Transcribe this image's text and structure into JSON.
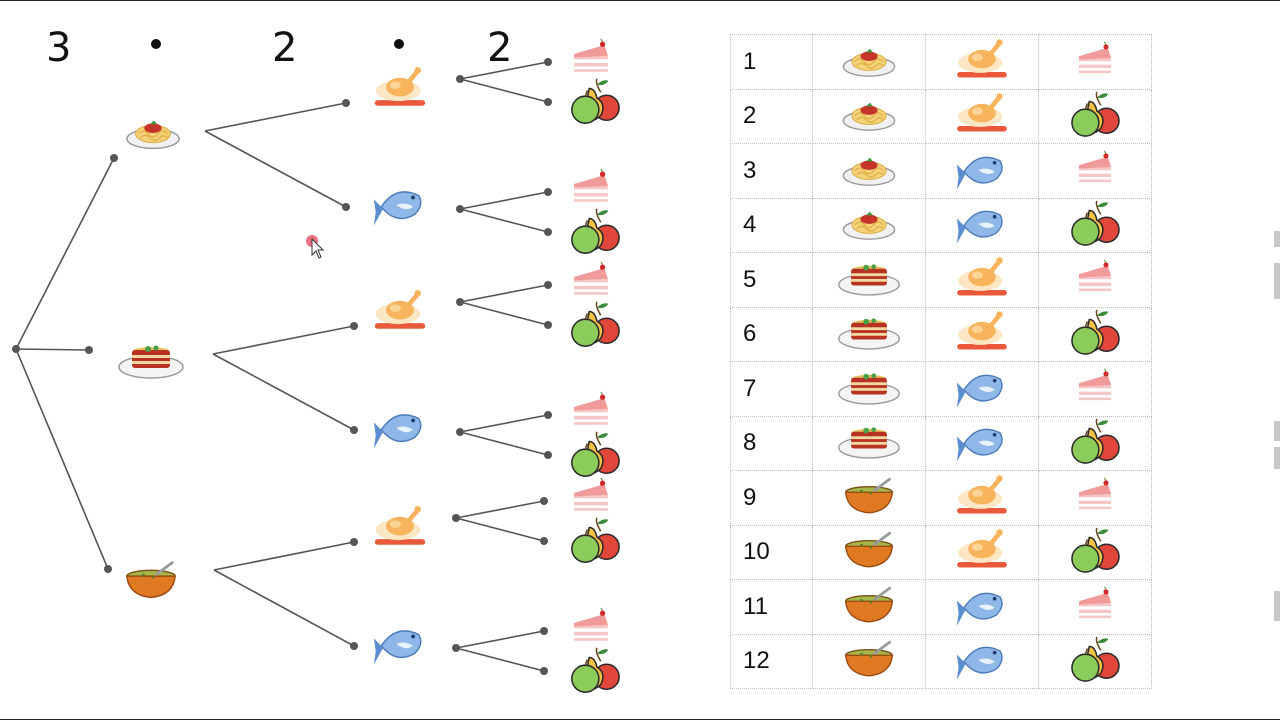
{
  "header": {
    "n1": "3",
    "n2": "2",
    "n3": "2"
  },
  "tree": {
    "level1": [
      "spaghetti-icon",
      "lasagna-icon",
      "soup-icon"
    ],
    "level2": [
      "chicken-icon",
      "fish-icon"
    ],
    "level3": [
      "cake-icon",
      "fruit-icon"
    ]
  },
  "table": {
    "rows": [
      {
        "n": "1",
        "main": "spaghetti-icon",
        "second": "chicken-icon",
        "dessert": "cake-icon"
      },
      {
        "n": "2",
        "main": "spaghetti-icon",
        "second": "chicken-icon",
        "dessert": "fruit-icon"
      },
      {
        "n": "3",
        "main": "spaghetti-icon",
        "second": "fish-icon",
        "dessert": "cake-icon"
      },
      {
        "n": "4",
        "main": "spaghetti-icon",
        "second": "fish-icon",
        "dessert": "fruit-icon"
      },
      {
        "n": "5",
        "main": "lasagna-icon",
        "second": "chicken-icon",
        "dessert": "cake-icon"
      },
      {
        "n": "6",
        "main": "lasagna-icon",
        "second": "chicken-icon",
        "dessert": "fruit-icon"
      },
      {
        "n": "7",
        "main": "lasagna-icon",
        "second": "fish-icon",
        "dessert": "cake-icon"
      },
      {
        "n": "8",
        "main": "lasagna-icon",
        "second": "fish-icon",
        "dessert": "fruit-icon"
      },
      {
        "n": "9",
        "main": "soup-icon",
        "second": "chicken-icon",
        "dessert": "cake-icon"
      },
      {
        "n": "10",
        "main": "soup-icon",
        "second": "chicken-icon",
        "dessert": "fruit-icon"
      },
      {
        "n": "11",
        "main": "soup-icon",
        "second": "fish-icon",
        "dessert": "cake-icon"
      },
      {
        "n": "12",
        "main": "soup-icon",
        "second": "fish-icon",
        "dessert": "fruit-icon"
      }
    ]
  },
  "colors": {
    "line": "#555555",
    "cursor": "#e8586a",
    "grid": "#bfbfbf"
  }
}
